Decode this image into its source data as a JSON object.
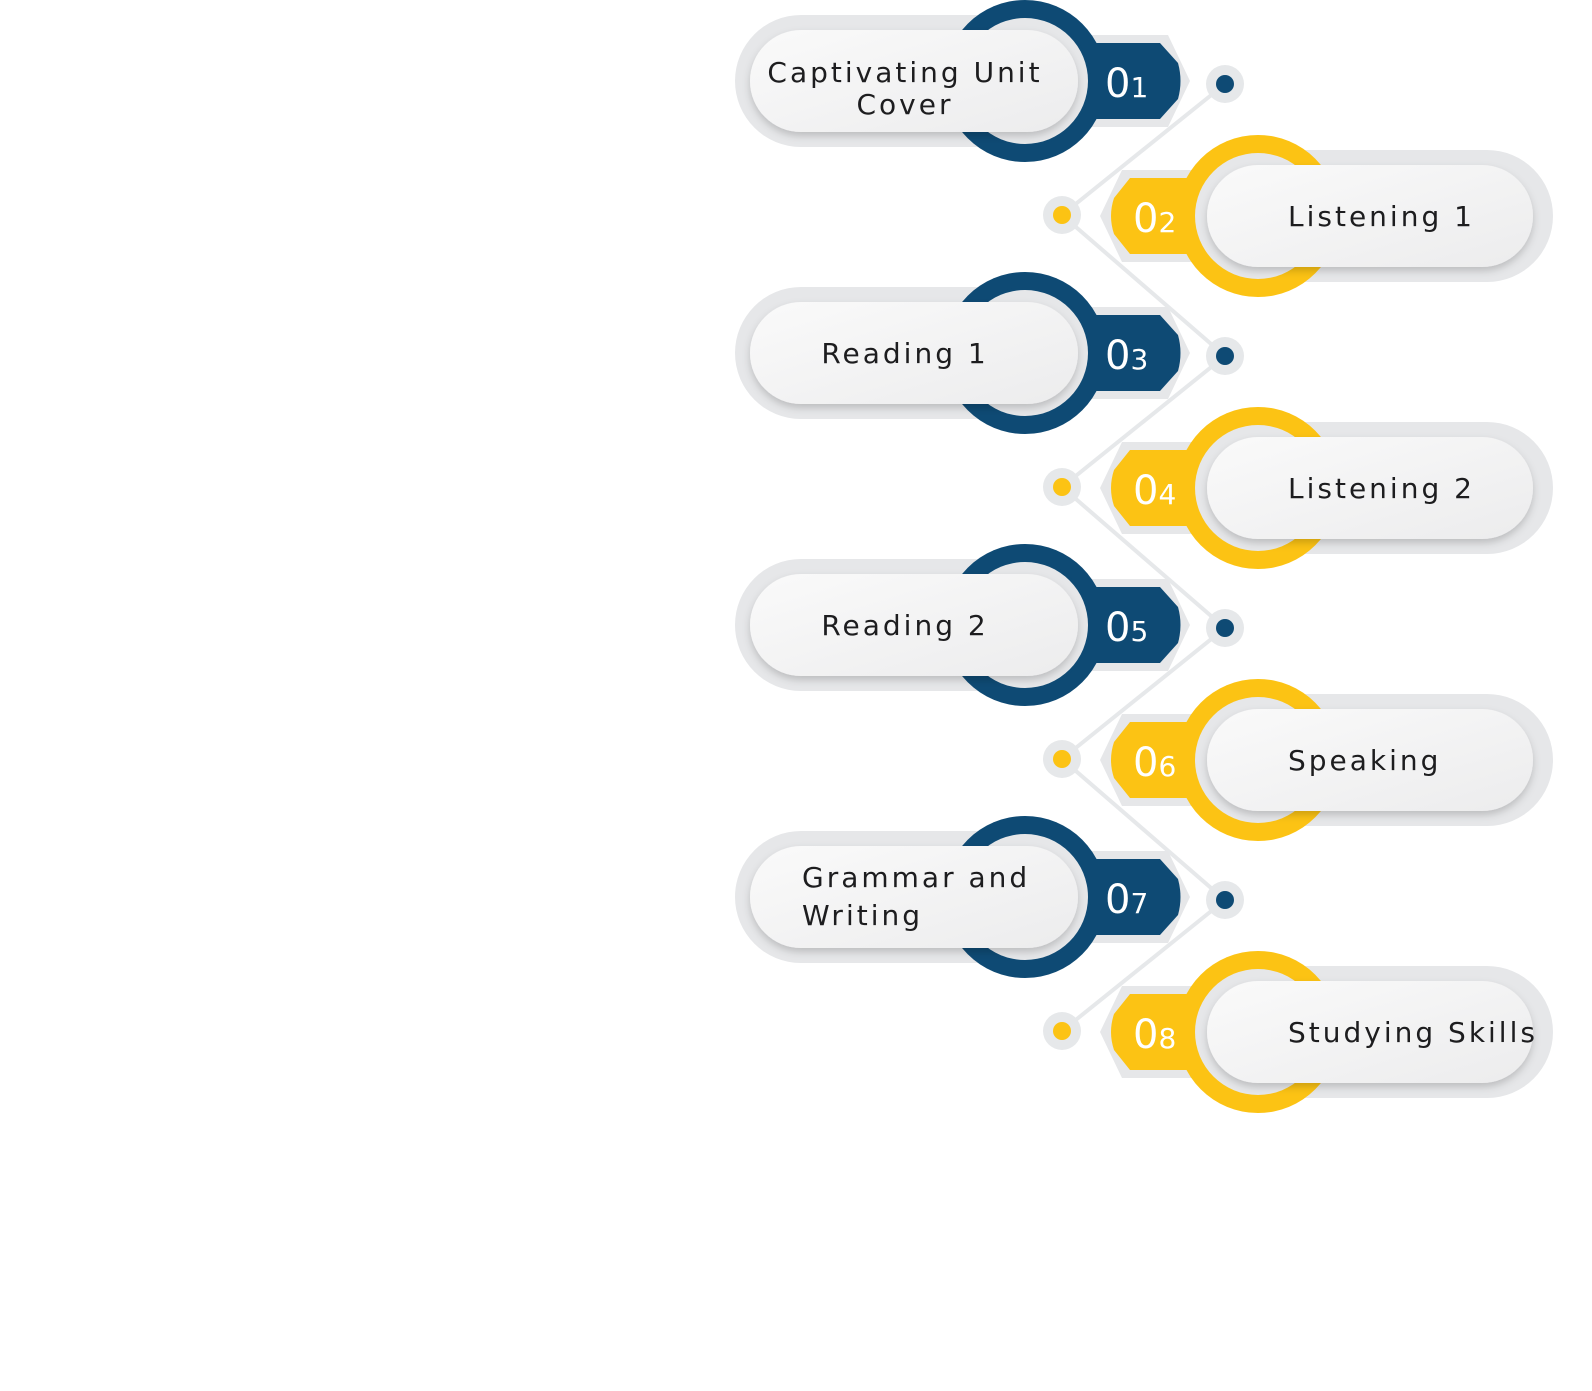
{
  "title": "Unit sections",
  "colors": {
    "blue": "#0e4a74",
    "yellow": "#fcc314",
    "connector": "#e6e8ea",
    "pill_outer": "#e6e7e9",
    "pill_inner": "#f4f4f5",
    "text": "#1d1d1f"
  },
  "steps": [
    {
      "number": "01",
      "label_lines": [
        "Captivating Unit",
        "Cover"
      ],
      "color": "blue"
    },
    {
      "number": "02",
      "label_lines": [
        "Listening 1"
      ],
      "color": "yellow"
    },
    {
      "number": "03",
      "label_lines": [
        "Reading 1"
      ],
      "color": "blue"
    },
    {
      "number": "04",
      "label_lines": [
        "Listening 2"
      ],
      "color": "yellow"
    },
    {
      "number": "05",
      "label_lines": [
        "Reading 2"
      ],
      "color": "blue"
    },
    {
      "number": "06",
      "label_lines": [
        "Speaking"
      ],
      "color": "yellow"
    },
    {
      "number": "07",
      "label_lines": [
        "Grammar and",
        "Writing"
      ],
      "color": "blue"
    },
    {
      "number": "08",
      "label_lines": [
        "Studying Skills"
      ],
      "color": "yellow"
    }
  ]
}
